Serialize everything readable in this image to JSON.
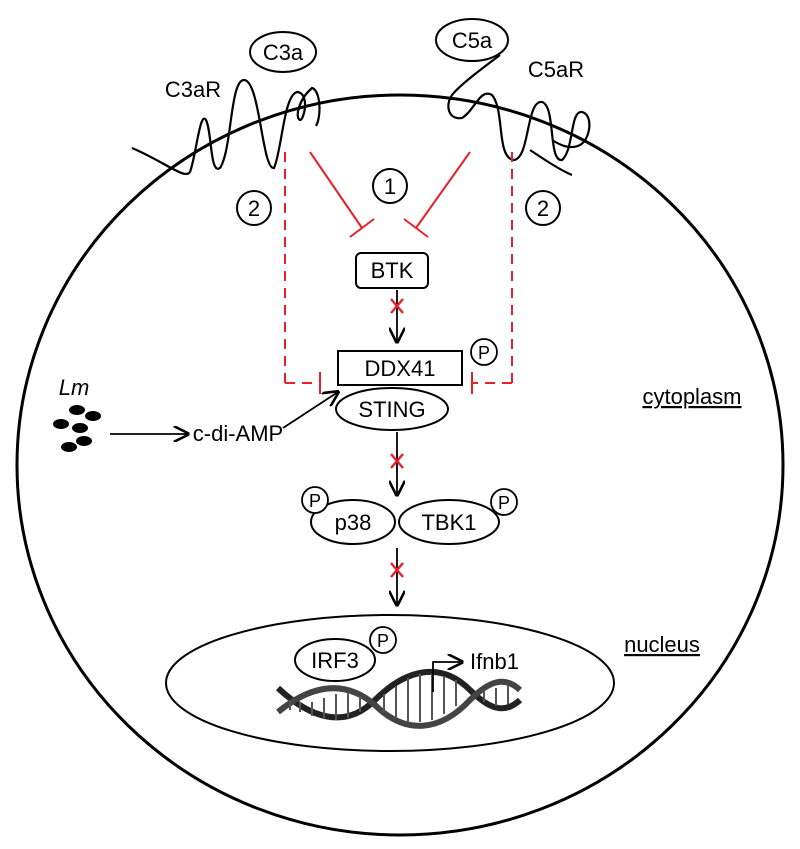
{
  "receptors": {
    "left_receptor": "C3aR",
    "left_ligand": "C3a",
    "right_receptor": "C5aR",
    "right_ligand": "C5a"
  },
  "pathway_markers": {
    "center": "1",
    "left": "2",
    "right": "2"
  },
  "nodes": {
    "btk": "BTK",
    "ddx41": "DDX41",
    "sting": "STING",
    "p38": "p38",
    "tbk1": "TBK1",
    "irf3": "IRF3",
    "ifnb1": "Ifnb1",
    "phospho": "P"
  },
  "bacteria": {
    "label": "Lm",
    "product": "c-di-AMP"
  },
  "compartments": {
    "cytoplasm": "cytoplasm",
    "nucleus": "nucleus"
  },
  "colors": {
    "inhibition": "#e8202a",
    "outline": "#000000"
  }
}
